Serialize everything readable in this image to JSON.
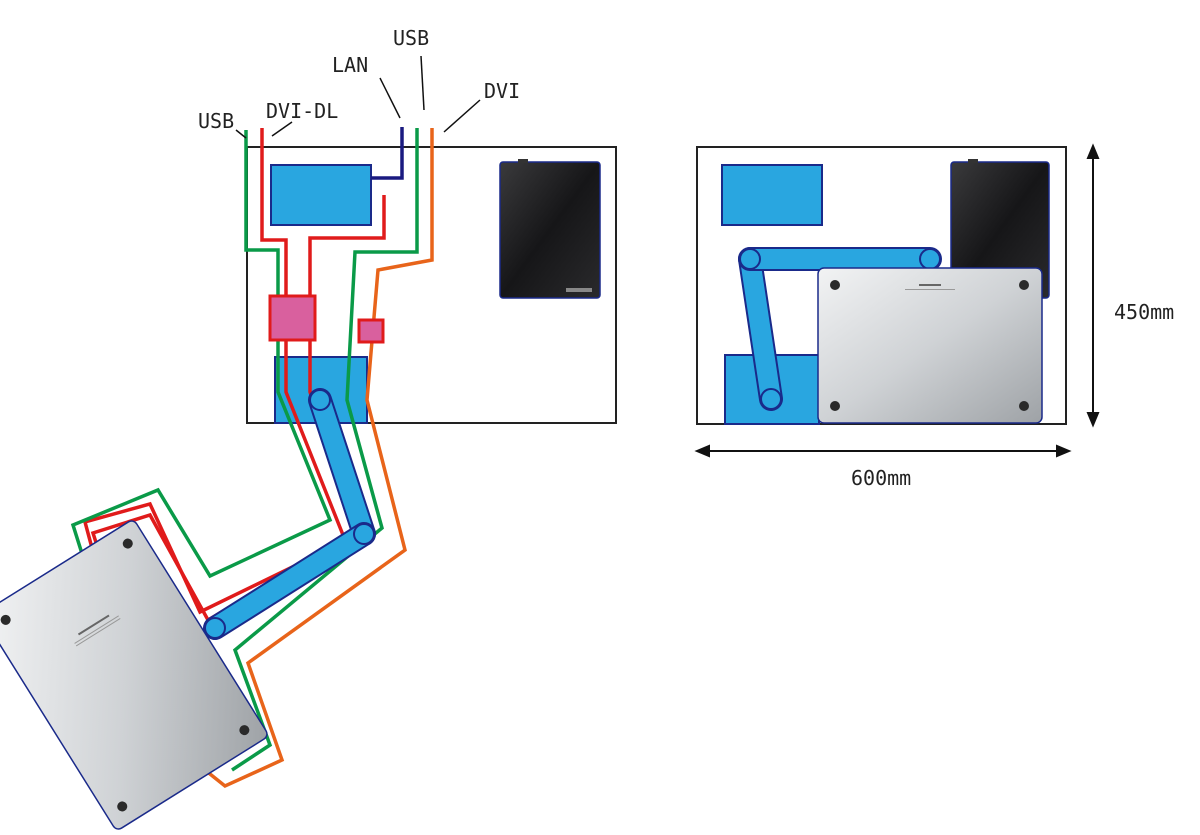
{
  "labels": {
    "usb_left": "USB",
    "dvi_dl": "DVI-DL",
    "lan": "LAN",
    "usb_top": "USB",
    "dvi": "DVI",
    "width": "600mm",
    "height": "450mm"
  },
  "colors": {
    "usb_cable": "#0a9a48",
    "dvi_dl_cable": "#e01b1b",
    "lan_cable": "#1a1a80",
    "dvi_cable": "#e8641a",
    "box_fill": "#29a6e0",
    "box_stroke": "#1a2a8a",
    "connector_fill": "#d9609e",
    "connector_stroke": "#e01b1b",
    "laptop_body": "#d6d8db",
    "laptop_dark": "#1e1e20"
  },
  "icons": [
    "laptop-top-icon",
    "laptop-bottom-icon",
    "double-arrow-icon"
  ]
}
